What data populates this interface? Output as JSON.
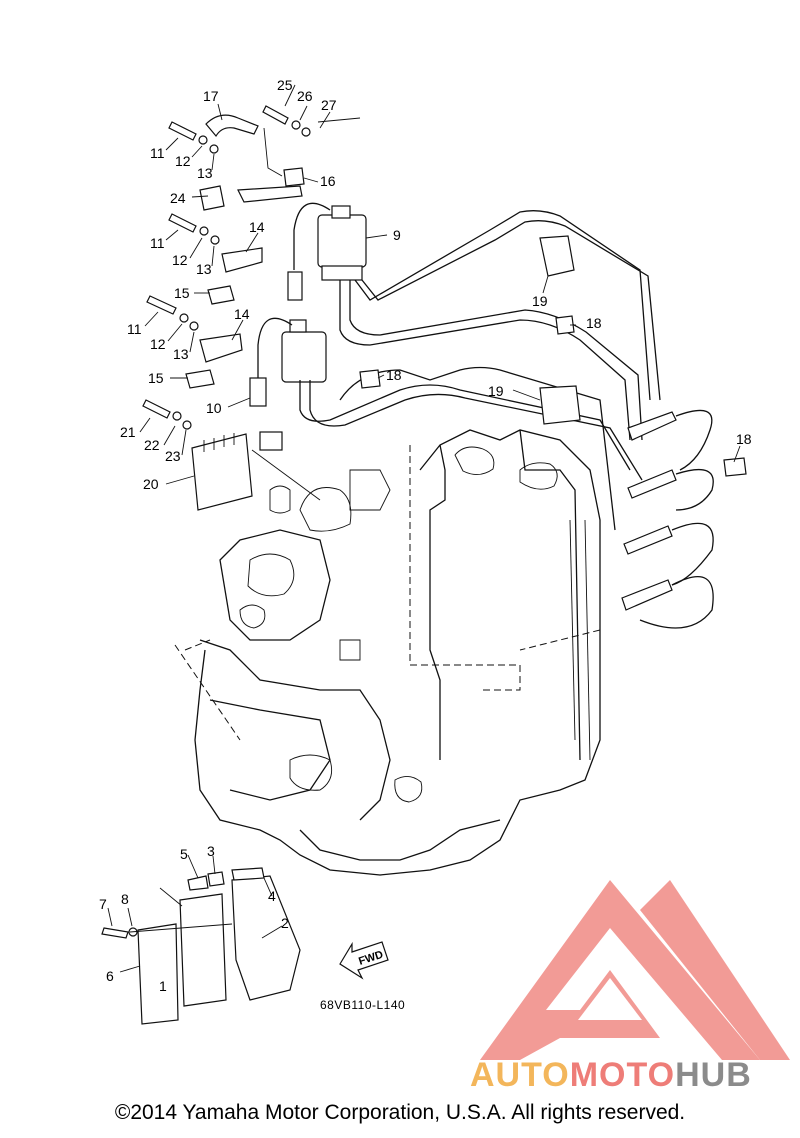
{
  "diagram": {
    "drawing_code": "68VB110-L140",
    "fwd_label": "FWD",
    "copyright": "©2014 Yamaha Motor Corporation, U.S.A. All rights reserved.",
    "callouts": [
      "1",
      "2",
      "3",
      "4",
      "5",
      "6",
      "7",
      "8",
      "9",
      "10",
      "11",
      "11",
      "11",
      "12",
      "12",
      "12",
      "13",
      "13",
      "13",
      "14",
      "14",
      "15",
      "15",
      "16",
      "17",
      "18",
      "18",
      "18",
      "19",
      "19",
      "20",
      "21",
      "22",
      "23",
      "24",
      "25",
      "26",
      "27"
    ]
  },
  "watermark": {
    "part1": "AUTO",
    "part2": "MOTO",
    "part3": "HUB",
    "colors": {
      "auto": "#f3b65b",
      "moto": "#ee7d78",
      "hub": "#8b8b8b",
      "logo": "#f08a84"
    }
  }
}
